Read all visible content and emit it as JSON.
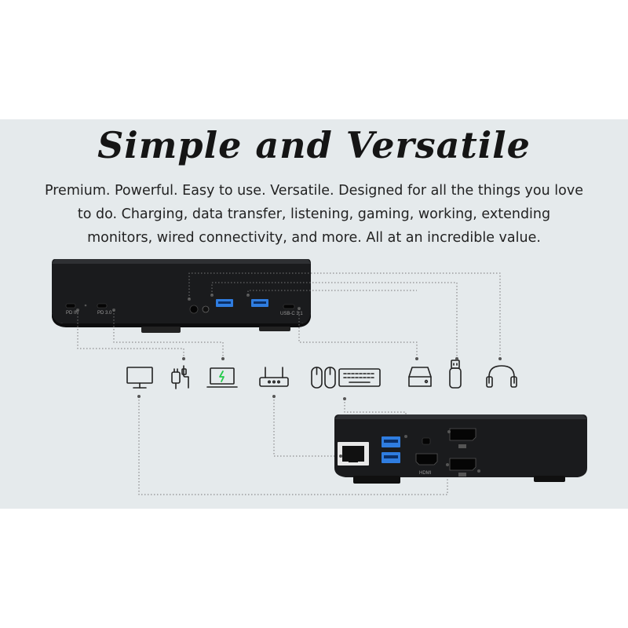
{
  "banner": {
    "title": "Simple and Versatile",
    "description": "Premium. Powerful. Easy to use. Versatile. Designed for all the things you love to do. Charging, data transfer, listening, gaming, working, extending monitors, wired connectivity, and more. All at an incredible value."
  },
  "front_ports": {
    "left_label": "PD IN",
    "mid_label": "PD 3.0",
    "usbc_label": "USB-C 3.1"
  },
  "rear_ports": {
    "hdmi_label": "HDMI"
  },
  "icons": [
    "monitor-icon",
    "charger-icon",
    "laptop-icon",
    "router-icon",
    "mouse-keyboard-icon",
    "hard-drive-icon",
    "usb-drive-icon",
    "headphones-icon"
  ],
  "colors": {
    "background": "#e5eaec",
    "device": "#18191b",
    "usb_blue": "#2f7de0",
    "charge_green": "#22c94a",
    "line": "#777777"
  }
}
